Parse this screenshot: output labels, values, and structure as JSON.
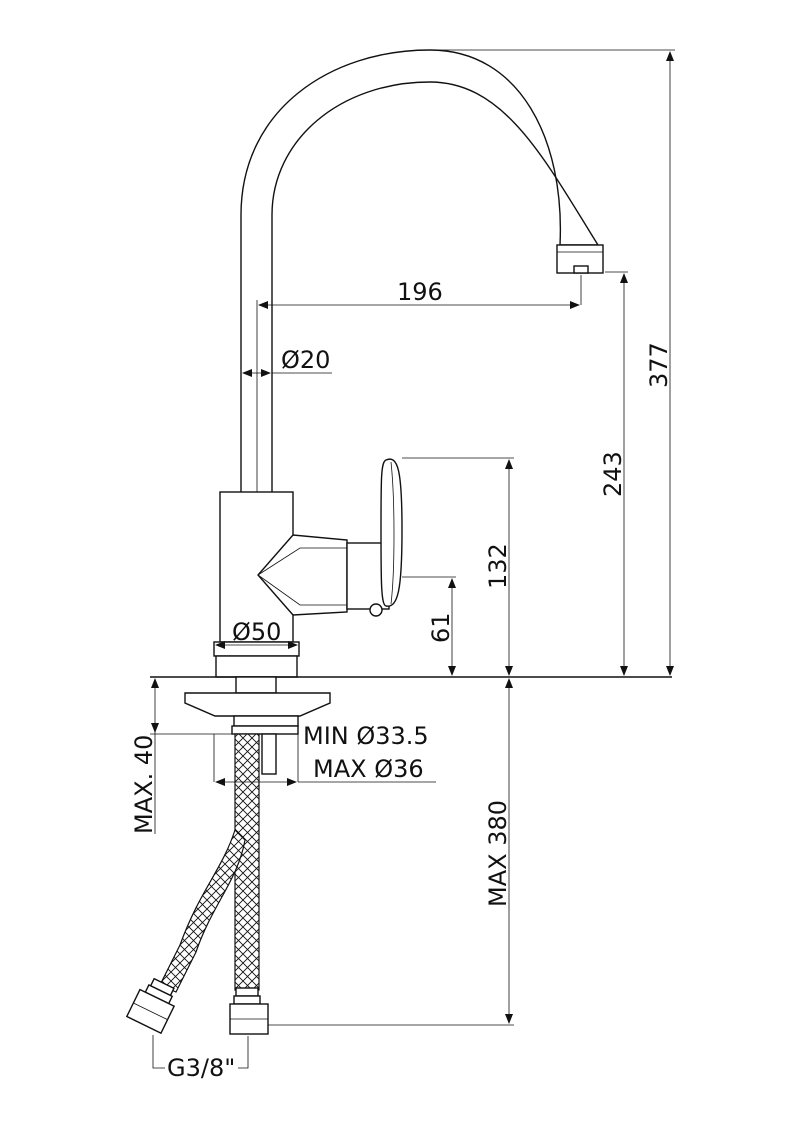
{
  "dimensions": {
    "height_total": "377",
    "spout_height": "243",
    "reach": "196",
    "spout_diameter": "Ø20",
    "lever_height": "132",
    "lever_axis_height": "61",
    "base_diameter": "Ø50",
    "hole_min": "MIN Ø33.5",
    "hole_max": "MAX Ø36",
    "deck_thickness": "MAX. 40",
    "hose_length": "MAX 380",
    "connection_thread": "G3/8\""
  },
  "colors": {
    "line": "#111111",
    "background": "#ffffff"
  }
}
